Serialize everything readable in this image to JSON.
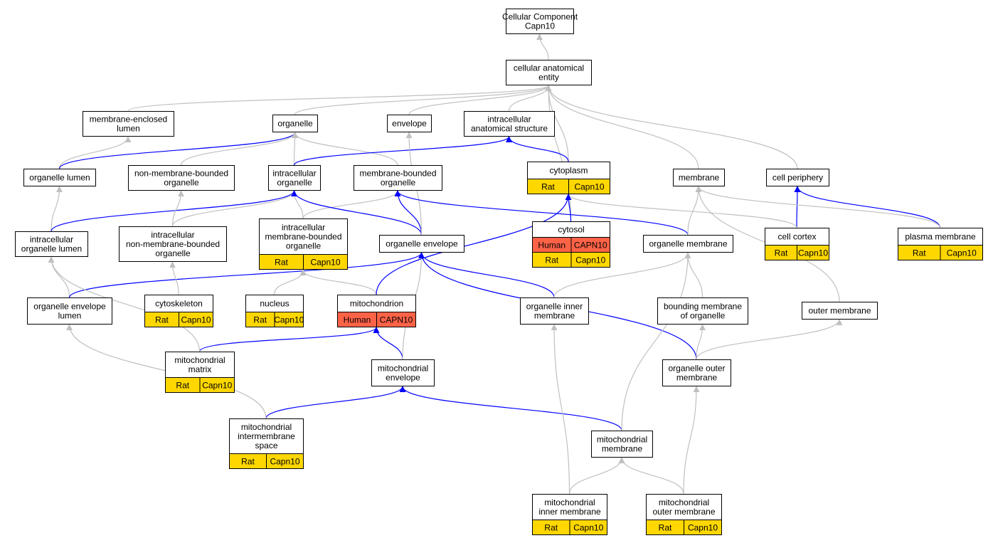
{
  "colors": {
    "is_a_edge": "#c0c0c0",
    "part_of_edge": "#0000ff",
    "rat": "#ffd700",
    "human": "#ff6347",
    "node_fill": "#ffffff"
  },
  "nodes": [
    {
      "id": "root",
      "lines": [
        "Cellular Component",
        "Capn10"
      ],
      "interactable": true
    },
    {
      "id": "cae",
      "lines": [
        "cellular anatomical",
        "entity"
      ],
      "interactable": true
    },
    {
      "id": "mel",
      "lines": [
        "membrane-enclosed",
        "lumen"
      ],
      "interactable": true
    },
    {
      "id": "organelle",
      "lines": [
        "organelle"
      ],
      "interactable": true
    },
    {
      "id": "envelope",
      "lines": [
        "envelope"
      ],
      "interactable": true
    },
    {
      "id": "ias",
      "lines": [
        "intracellular",
        "anatomical structure"
      ],
      "interactable": true
    },
    {
      "id": "orglumen",
      "lines": [
        "organelle lumen"
      ],
      "interactable": true
    },
    {
      "id": "nmbo",
      "lines": [
        "non-membrane-bounded",
        "organelle"
      ],
      "interactable": true
    },
    {
      "id": "intorg",
      "lines": [
        "intracellular",
        "organelle"
      ],
      "interactable": true
    },
    {
      "id": "mbo",
      "lines": [
        "membrane-bounded",
        "organelle"
      ],
      "interactable": true
    },
    {
      "id": "cytoplasm",
      "lines": [
        "cytoplasm"
      ],
      "cells": [
        {
          "label": "Rat",
          "kind": "rat"
        },
        {
          "label": "Capn10",
          "kind": "rat"
        }
      ],
      "interactable": true
    },
    {
      "id": "membrane",
      "lines": [
        "membrane"
      ],
      "interactable": true
    },
    {
      "id": "cellperiph",
      "lines": [
        "cell periphery"
      ],
      "interactable": true
    },
    {
      "id": "intorglumen",
      "lines": [
        "intracellular",
        "organelle lumen"
      ],
      "interactable": true
    },
    {
      "id": "inmbo",
      "lines": [
        "intracellular",
        "non-membrane-bounded",
        "organelle"
      ],
      "interactable": true
    },
    {
      "id": "imbo",
      "lines": [
        "intracellular",
        "membrane-bounded",
        "organelle"
      ],
      "cells": [
        {
          "label": "Rat",
          "kind": "rat"
        },
        {
          "label": "Capn10",
          "kind": "rat"
        }
      ],
      "interactable": true
    },
    {
      "id": "orgenv",
      "lines": [
        "organelle envelope"
      ],
      "interactable": true
    },
    {
      "id": "cytosol",
      "lines": [
        "cytosol"
      ],
      "cells": [
        {
          "label": "Human",
          "kind": "human"
        },
        {
          "label": "CAPN10",
          "kind": "human"
        }
      ],
      "cells2": [
        {
          "label": "Rat",
          "kind": "rat"
        },
        {
          "label": "Capn10",
          "kind": "rat"
        }
      ],
      "interactable": true
    },
    {
      "id": "orgmem",
      "lines": [
        "organelle membrane"
      ],
      "interactable": true
    },
    {
      "id": "cellcortex",
      "lines": [
        "cell cortex"
      ],
      "cells": [
        {
          "label": "Rat",
          "kind": "rat"
        },
        {
          "label": "Capn10",
          "kind": "rat"
        }
      ],
      "interactable": true
    },
    {
      "id": "plasmamem",
      "lines": [
        "plasma membrane"
      ],
      "cells": [
        {
          "label": "Rat",
          "kind": "rat"
        },
        {
          "label": "Capn10",
          "kind": "rat"
        }
      ],
      "interactable": true
    },
    {
      "id": "oel",
      "lines": [
        "organelle envelope",
        "lumen"
      ],
      "interactable": true
    },
    {
      "id": "cytoskeleton",
      "lines": [
        "cytoskeleton"
      ],
      "cells": [
        {
          "label": "Rat",
          "kind": "rat"
        },
        {
          "label": "Capn10",
          "kind": "rat"
        }
      ],
      "interactable": true
    },
    {
      "id": "nucleus",
      "lines": [
        "nucleus"
      ],
      "cells": [
        {
          "label": "Rat",
          "kind": "rat"
        },
        {
          "label": "Capn10",
          "kind": "rat"
        }
      ],
      "interactable": true
    },
    {
      "id": "mito",
      "lines": [
        "mitochondrion"
      ],
      "cells": [
        {
          "label": "Human",
          "kind": "human"
        },
        {
          "label": "CAPN10",
          "kind": "human"
        }
      ],
      "interactable": true
    },
    {
      "id": "oim",
      "lines": [
        "organelle inner",
        "membrane"
      ],
      "interactable": true
    },
    {
      "id": "bmo",
      "lines": [
        "bounding membrane",
        "of organelle"
      ],
      "interactable": true
    },
    {
      "id": "outermem",
      "lines": [
        "outer membrane"
      ],
      "interactable": true
    },
    {
      "id": "mitomatrix",
      "lines": [
        "mitochondrial",
        "matrix"
      ],
      "cells": [
        {
          "label": "Rat",
          "kind": "rat"
        },
        {
          "label": "Capn10",
          "kind": "rat"
        }
      ],
      "interactable": true
    },
    {
      "id": "mitoenv",
      "lines": [
        "mitochondrial",
        "envelope"
      ],
      "interactable": true
    },
    {
      "id": "oom",
      "lines": [
        "organelle outer",
        "membrane"
      ],
      "interactable": true
    },
    {
      "id": "mims",
      "lines": [
        "mitochondrial",
        "intermembrane",
        "space"
      ],
      "cells": [
        {
          "label": "Rat",
          "kind": "rat"
        },
        {
          "label": "Capn10",
          "kind": "rat"
        }
      ],
      "interactable": true
    },
    {
      "id": "mitomem",
      "lines": [
        "mitochondrial",
        "membrane"
      ],
      "interactable": true
    },
    {
      "id": "mitoinner",
      "lines": [
        "mitochondrial",
        "inner membrane"
      ],
      "cells": [
        {
          "label": "Rat",
          "kind": "rat"
        },
        {
          "label": "Capn10",
          "kind": "rat"
        }
      ],
      "interactable": true
    },
    {
      "id": "mitoouter",
      "lines": [
        "mitochondrial",
        "outer membrane"
      ],
      "cells": [
        {
          "label": "Rat",
          "kind": "rat"
        },
        {
          "label": "Capn10",
          "kind": "rat"
        }
      ],
      "interactable": true
    }
  ],
  "edges": [
    {
      "from": "cae",
      "to": "root",
      "rel": "is_a"
    },
    {
      "from": "mel",
      "to": "cae",
      "rel": "is_a"
    },
    {
      "from": "organelle",
      "to": "cae",
      "rel": "is_a"
    },
    {
      "from": "envelope",
      "to": "cae",
      "rel": "is_a"
    },
    {
      "from": "ias",
      "to": "cae",
      "rel": "is_a"
    },
    {
      "from": "cytoplasm",
      "to": "cae",
      "rel": "is_a"
    },
    {
      "from": "cytosol",
      "to": "cae",
      "rel": "is_a"
    },
    {
      "from": "membrane",
      "to": "cae",
      "rel": "is_a"
    },
    {
      "from": "cellperiph",
      "to": "cae",
      "rel": "is_a"
    },
    {
      "from": "orglumen",
      "to": "mel",
      "rel": "is_a"
    },
    {
      "from": "orglumen",
      "to": "organelle",
      "rel": "part_of"
    },
    {
      "from": "nmbo",
      "to": "organelle",
      "rel": "is_a"
    },
    {
      "from": "intorg",
      "to": "organelle",
      "rel": "is_a"
    },
    {
      "from": "mbo",
      "to": "organelle",
      "rel": "is_a"
    },
    {
      "from": "intorg",
      "to": "ias",
      "rel": "part_of"
    },
    {
      "from": "cytoplasm",
      "to": "ias",
      "rel": "part_of"
    },
    {
      "from": "intorglumen",
      "to": "orglumen",
      "rel": "is_a"
    },
    {
      "from": "intorglumen",
      "to": "intorg",
      "rel": "part_of"
    },
    {
      "from": "inmbo",
      "to": "nmbo",
      "rel": "is_a"
    },
    {
      "from": "inmbo",
      "to": "intorg",
      "rel": "is_a"
    },
    {
      "from": "imbo",
      "to": "intorg",
      "rel": "is_a"
    },
    {
      "from": "imbo",
      "to": "mbo",
      "rel": "is_a"
    },
    {
      "from": "orgenv",
      "to": "intorg",
      "rel": "part_of"
    },
    {
      "from": "orgenv",
      "to": "mbo",
      "rel": "part_of"
    },
    {
      "from": "orgenv",
      "to": "envelope",
      "rel": "is_a"
    },
    {
      "from": "cytosol",
      "to": "cytoplasm",
      "rel": "part_of"
    },
    {
      "from": "orgmem",
      "to": "mbo",
      "rel": "part_of"
    },
    {
      "from": "orgmem",
      "to": "membrane",
      "rel": "is_a"
    },
    {
      "from": "cellcortex",
      "to": "cellperiph",
      "rel": "part_of"
    },
    {
      "from": "cellcortex",
      "to": "cytoplasm",
      "rel": "is_a"
    },
    {
      "from": "plasmamem",
      "to": "cellperiph",
      "rel": "part_of"
    },
    {
      "from": "plasmamem",
      "to": "membrane",
      "rel": "is_a"
    },
    {
      "from": "oel",
      "to": "intorglumen",
      "rel": "is_a"
    },
    {
      "from": "oel",
      "to": "orgenv",
      "rel": "part_of"
    },
    {
      "from": "cytoskeleton",
      "to": "inmbo",
      "rel": "is_a"
    },
    {
      "from": "nucleus",
      "to": "imbo",
      "rel": "is_a"
    },
    {
      "from": "mito",
      "to": "imbo",
      "rel": "is_a"
    },
    {
      "from": "mito",
      "to": "cytoplasm",
      "rel": "part_of"
    },
    {
      "from": "oim",
      "to": "orgenv",
      "rel": "part_of"
    },
    {
      "from": "oim",
      "to": "orgmem",
      "rel": "is_a"
    },
    {
      "from": "bmo",
      "to": "orgmem",
      "rel": "is_a"
    },
    {
      "from": "outermem",
      "to": "membrane",
      "rel": "is_a"
    },
    {
      "from": "mitomatrix",
      "to": "mito",
      "rel": "part_of"
    },
    {
      "from": "mitomatrix",
      "to": "intorglumen",
      "rel": "is_a"
    },
    {
      "from": "mitoenv",
      "to": "mito",
      "rel": "part_of"
    },
    {
      "from": "mitoenv",
      "to": "orgenv",
      "rel": "is_a"
    },
    {
      "from": "oom",
      "to": "orgenv",
      "rel": "part_of"
    },
    {
      "from": "oom",
      "to": "bmo",
      "rel": "is_a"
    },
    {
      "from": "oom",
      "to": "outermem",
      "rel": "is_a"
    },
    {
      "from": "mims",
      "to": "mitoenv",
      "rel": "part_of"
    },
    {
      "from": "mims",
      "to": "oel",
      "rel": "is_a"
    },
    {
      "from": "mitomem",
      "to": "mitoenv",
      "rel": "part_of"
    },
    {
      "from": "mitomem",
      "to": "orgmem",
      "rel": "is_a"
    },
    {
      "from": "mitoinner",
      "to": "mitomem",
      "rel": "is_a"
    },
    {
      "from": "mitoinner",
      "to": "oim",
      "rel": "is_a"
    },
    {
      "from": "mitoouter",
      "to": "mitomem",
      "rel": "is_a"
    },
    {
      "from": "mitoouter",
      "to": "oom",
      "rel": "is_a"
    }
  ]
}
